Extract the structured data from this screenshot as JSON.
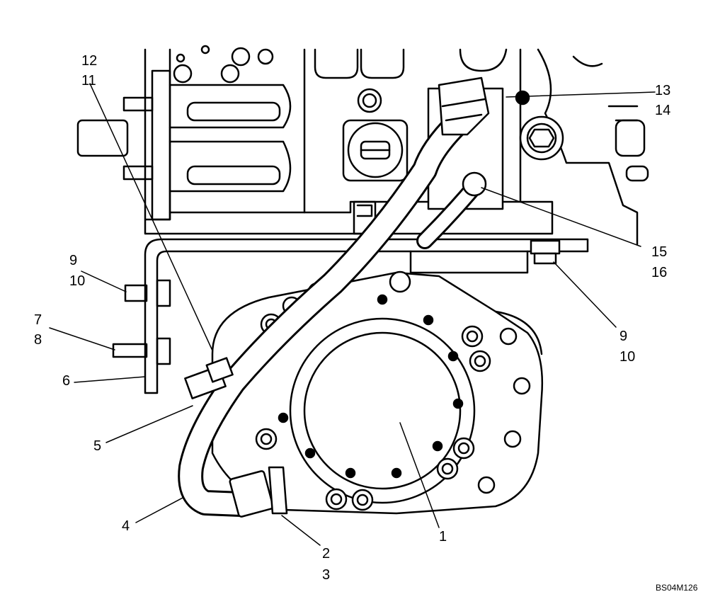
{
  "diagram": {
    "reference_code": "BS04M126",
    "callouts": [
      "1",
      "2",
      "3",
      "4",
      "5",
      "6",
      "7",
      "8",
      "9",
      "10",
      "9",
      "10",
      "11",
      "12",
      "13",
      "14",
      "15",
      "16"
    ]
  }
}
